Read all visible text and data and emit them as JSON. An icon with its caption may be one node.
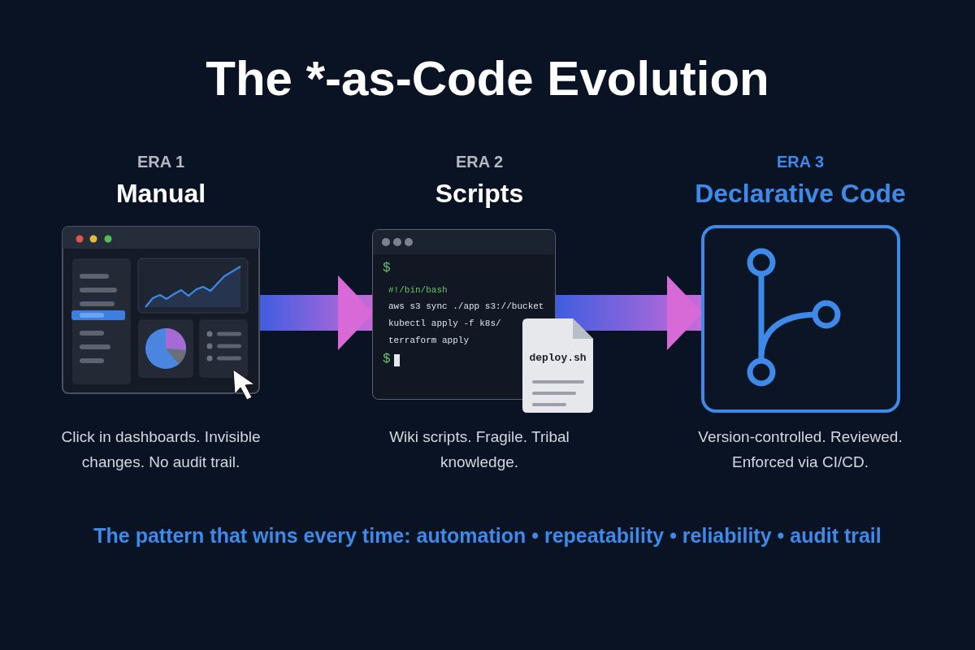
{
  "diagram": {
    "title": "The *-as-Code Evolution",
    "nodes": [
      {
        "text": [],
        "shape": "picture",
        "beside": [
          "ERA 1",
          "Manual",
          "Click in dashboards. Invisible changes. No audit trail."
        ]
      },
      {
        "text": [
          "$",
          "#!/bin/bash",
          "aws s3 sync ./app s3://bucket",
          "kubectl apply -f k8s/",
          "terraform apply",
          "$"
        ],
        "beside": [
          "ERA 2",
          "Scripts"
        ]
      },
      {
        "text": [
          "deploy.sh"
        ]
      },
      {
        "text": [],
        "shape": "picture",
        "beside": [
          "ERA 3",
          "Declarative Code",
          "Version-controlled. Reviewed. Enforced via CI/CD."
        ]
      }
    ],
    "edges": [
      {
        "from": 0,
        "to": 1,
        "arrow": "to",
        "style": "thick"
      },
      {
        "from": 1,
        "to": 3,
        "arrow": "to",
        "style": "thick"
      }
    ],
    "labels": [
      "Wiki scripts. Fragile. Tribal knowledge."
    ],
    "caption": "The pattern that wins every time: automation • repeatability • reliability • audit trail"
  }
}
